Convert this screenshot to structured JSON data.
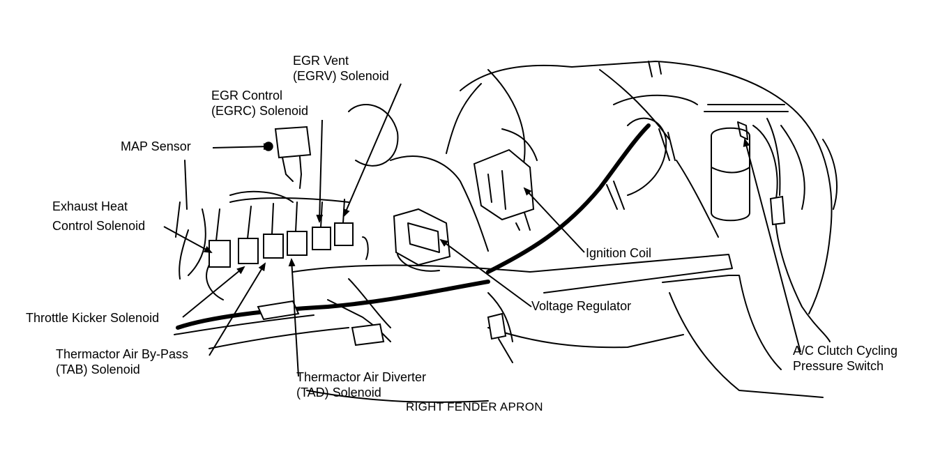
{
  "labels": {
    "egr_vent": [
      "EGR Vent",
      "(EGRV) Solenoid"
    ],
    "egr_control": [
      "EGR Control",
      "(EGRC) Solenoid"
    ],
    "map_sensor": "MAP Sensor",
    "exhaust_heat": [
      "Exhaust Heat",
      "Control Solenoid"
    ],
    "throttle_kicker": "Throttle Kicker Solenoid",
    "thermactor_bypass": [
      "Thermactor Air By-Pass",
      "(TAB) Solenoid"
    ],
    "thermactor_diverter": [
      "Thermactor Air Diverter",
      "(TAD) Solenoid"
    ],
    "ignition_coil": "Ignition Coil",
    "voltage_regulator": "Voltage Regulator",
    "ac_switch": [
      "A/C Clutch Cycling",
      "Pressure Switch"
    ]
  },
  "caption": "RIGHT FENDER APRON",
  "colors": {
    "ink": "#000000",
    "paper": "#ffffff"
  }
}
